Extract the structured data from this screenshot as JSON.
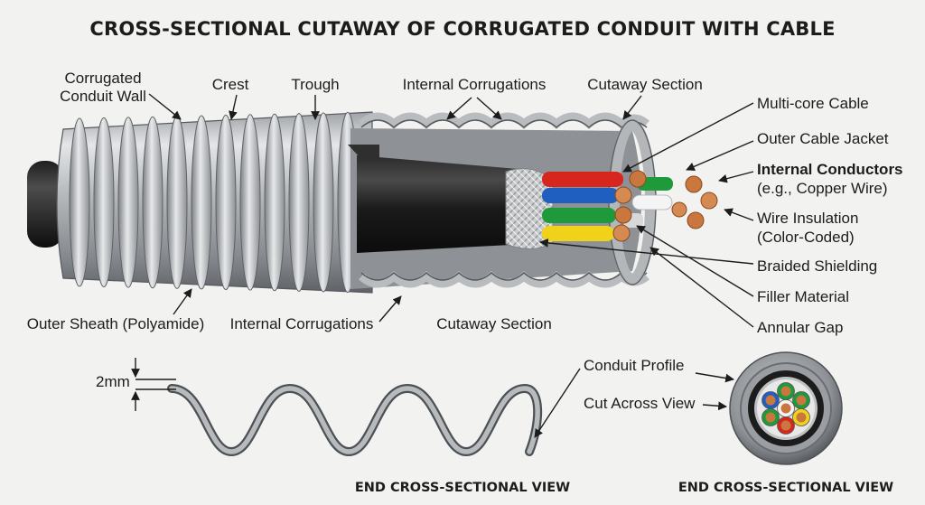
{
  "title": "CROSS-SECTIONAL CUTAWAY OF CORRUGATED CONDUIT WITH CABLE",
  "labels": {
    "corrugated_wall_1": "Corrugated",
    "corrugated_wall_2": "Conduit Wall",
    "crest": "Crest",
    "trough": "Trough",
    "internal_corrugations_top": "Internal Corrugations",
    "cutaway_section_top": "Cutaway Section",
    "multi_core_cable": "Multi-core Cable",
    "outer_cable_jacket": "Outer Cable Jacket",
    "internal_conductors": "Internal Conductors",
    "internal_conductors_note": "(e.g., Copper Wire)",
    "wire_insulation": "Wire Insulation",
    "wire_insulation_note": "(Color-Coded)",
    "braided_shielding": "Braided Shielding",
    "filler_material": "Filler Material",
    "annular_gap": "Annular Gap",
    "outer_sheath": "Outer Sheath (Polyamide)",
    "internal_corrugations_bottom": "Internal Corrugations",
    "cutaway_section_bottom": "Cutaway Section",
    "thickness": "2mm",
    "conduit_profile": "Conduit Profile",
    "cut_across_view": "Cut Across View"
  },
  "captions": {
    "profile_view": "END CROSS-SECTIONAL VIEW",
    "end_view": "END CROSS-SECTIONAL VIEW"
  },
  "colors": {
    "conduit_light": "#d4d6d8",
    "conduit_dark": "#6f7276",
    "cable_jacket": "#151515",
    "copper": "#c9773f",
    "wire_red": "#d7261e",
    "wire_blue": "#1f5fbf",
    "wire_green": "#1f9a3a",
    "wire_yellow": "#f0d21a",
    "wire_white": "#f4f4f4"
  }
}
